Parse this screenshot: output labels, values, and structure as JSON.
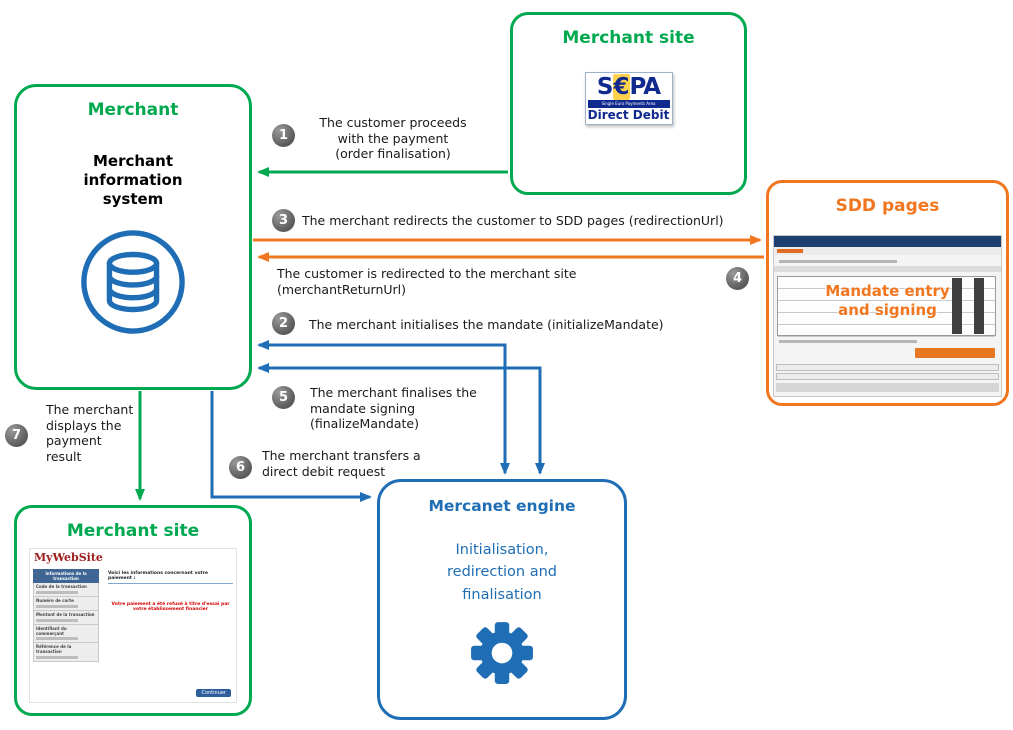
{
  "colors": {
    "green": "#00A94F",
    "orange": "#F0761F",
    "blue": "#1F6EB5",
    "step_circle_gray": "#5a5a5a",
    "sepa_blue": "#10298E",
    "sepa_yellow": "#FFD24D"
  },
  "boxes": {
    "merchant": {
      "title": "Merchant",
      "system_label": "Merchant information system"
    },
    "merchant_site_top": {
      "title": "Merchant site"
    },
    "sdd_pages": {
      "title": "SDD pages",
      "overlay_label": "Mandate entry\nand signing"
    },
    "mercanet_engine": {
      "title": "Mercanet engine",
      "subtitle": "Initialisation, redirection and finalisation"
    },
    "merchant_site_bottom": {
      "title": "Merchant site"
    }
  },
  "sepa_logo": {
    "left": "S",
    "euro": "€",
    "right": "PA",
    "strip": "Single Euro Payments Area",
    "subtitle": "Direct Debit"
  },
  "steps": [
    {
      "num": "1",
      "text": "The customer proceeds\nwith the payment\n(order finalisation)"
    },
    {
      "num": "2",
      "text": "The merchant initialises the mandate (initializeMandate)"
    },
    {
      "num": "3",
      "text": "The merchant redirects the customer to SDD pages (redirectionUrl)"
    },
    {
      "num": "4",
      "text": "The customer is redirected to the merchant site\n(merchantReturnUrl)"
    },
    {
      "num": "5",
      "text": "The merchant finalises the\nmandate signing\n(finalizeMandate)"
    },
    {
      "num": "6",
      "text": "The merchant transfers a\ndirect debit request"
    },
    {
      "num": "7",
      "text": "The merchant\ndisplays the\npayment\nresult"
    }
  ],
  "site_screenshot": {
    "logo": "MyWebSite",
    "sidebar_header": "Informations de la transaction",
    "sidebar_rows": [
      "Code de la transaction",
      "Numéro de carte",
      "Montant de la transaction",
      "Identifiant du commerçant",
      "Référence de la transaction"
    ],
    "info_line": "Voici les informations concernant votre paiement :",
    "result_line": "Votre paiement a été refusé à titre d'essai par votre établissement financier",
    "button": "Continuer"
  }
}
